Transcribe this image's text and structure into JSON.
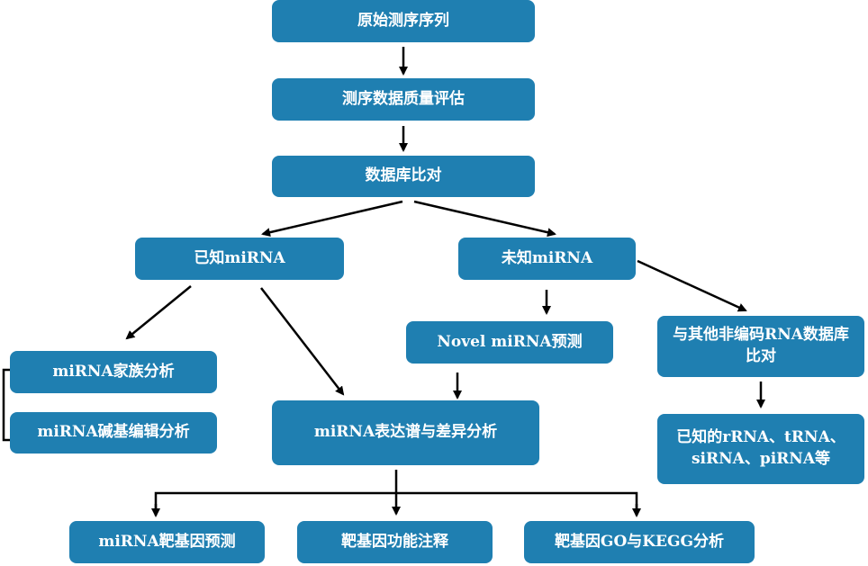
{
  "nodes": {
    "raw": "原始测序序列",
    "qc": "测序数据质量评估",
    "db": "数据库比对",
    "known": "已知miRNA",
    "unknown": "未知miRNA",
    "family": "miRNA家族分析",
    "edit": "miRNA碱基编辑分析",
    "expr": "miRNA表达谱与差异分析",
    "novel": "Novel miRNA预测",
    "noncoding": "与其他非编码RNA数据库比对",
    "others": "已知的rRNA、tRNA、siRNA、piRNA等",
    "target": "miRNA靶基因预测",
    "annot": "靶基因功能注释",
    "gokegg": "靶基因GO与KEGG分析"
  },
  "colors": {
    "box_fill": "#1f7fb1",
    "box_text": "#ffffff",
    "arrow": "#000000"
  }
}
